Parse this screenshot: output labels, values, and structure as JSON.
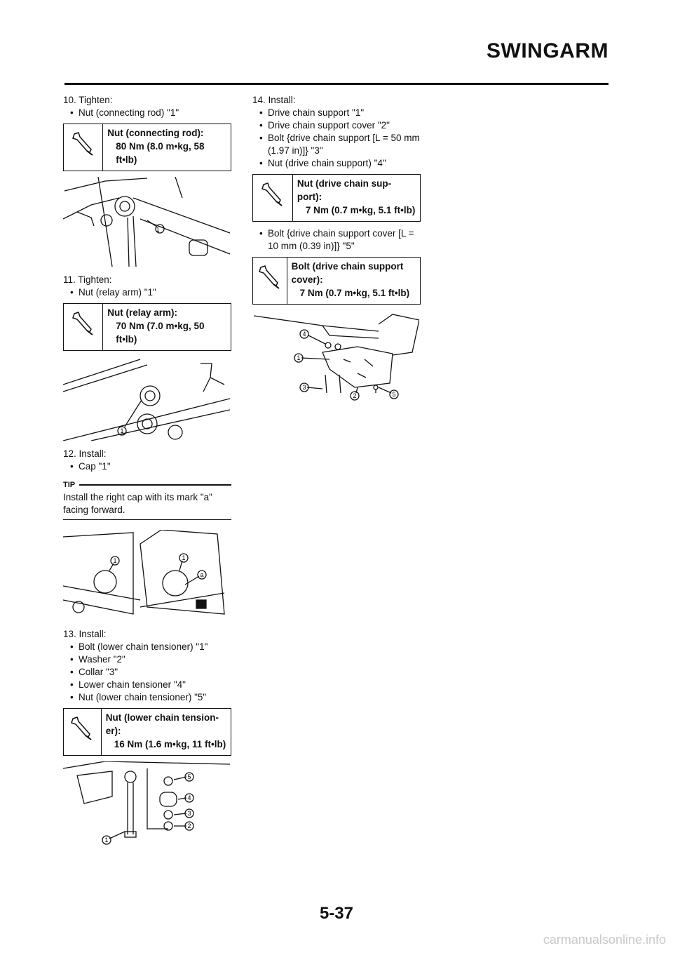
{
  "header": {
    "title": "SWINGARM"
  },
  "left_column": {
    "step10": {
      "heading": "10. Tighten:",
      "bullets": [
        "Nut (connecting rod) \"1\""
      ],
      "spec": {
        "name": "Nut (connecting rod):",
        "value": "80 Nm (8.0 m•kg, 58 ft•lb)"
      },
      "figure_labels": [
        "1"
      ]
    },
    "step11": {
      "heading": "11. Tighten:",
      "bullets": [
        "Nut (relay arm) \"1\""
      ],
      "spec": {
        "name": "Nut (relay arm):",
        "value": "70 Nm (7.0 m•kg, 50 ft•lb)"
      },
      "figure_labels": [
        "1"
      ]
    },
    "step12": {
      "heading": "12. Install:",
      "bullets": [
        "Cap \"1\""
      ],
      "tip_label": "TIP",
      "tip_text": "Install the right cap with its mark \"a\" facing forward.",
      "figure_labels": [
        "1",
        "1",
        "a"
      ]
    },
    "step13": {
      "heading": "13. Install:",
      "bullets": [
        "Bolt (lower chain tensioner) \"1\"",
        "Washer \"2\"",
        "Collar \"3\"",
        "Lower chain tensioner \"4\"",
        "Nut (lower chain tensioner) \"5\""
      ],
      "spec": {
        "name": "Nut (lower chain tension-er):",
        "value": "16 Nm (1.6 m•kg, 11 ft•lb)"
      },
      "figure_labels": [
        "1",
        "2",
        "3",
        "4",
        "5"
      ]
    }
  },
  "right_column": {
    "step14": {
      "heading": "14. Install:",
      "bullets": [
        "Drive chain support \"1\"",
        "Drive chain support cover \"2\"",
        "Bolt {drive chain support [L = 50 mm (1.97 in)]} \"3\"",
        "Nut (drive chain support) \"4\""
      ],
      "spec1": {
        "name": "Nut (drive chain sup-port):",
        "value": "7 Nm (0.7 m•kg, 5.1 ft•lb)"
      },
      "bullets2": [
        "Bolt {drive chain support cover [L = 10 mm (0.39 in)]} \"5\""
      ],
      "spec2": {
        "name": "Bolt (drive chain support cover):",
        "value": "7 Nm (0.7 m•kg, 5.1 ft•lb)"
      },
      "figure_labels": [
        "4",
        "1",
        "3",
        "2",
        "5"
      ]
    }
  },
  "footer": {
    "page_number": "5-37",
    "watermark": "carmanualsonline.info"
  }
}
